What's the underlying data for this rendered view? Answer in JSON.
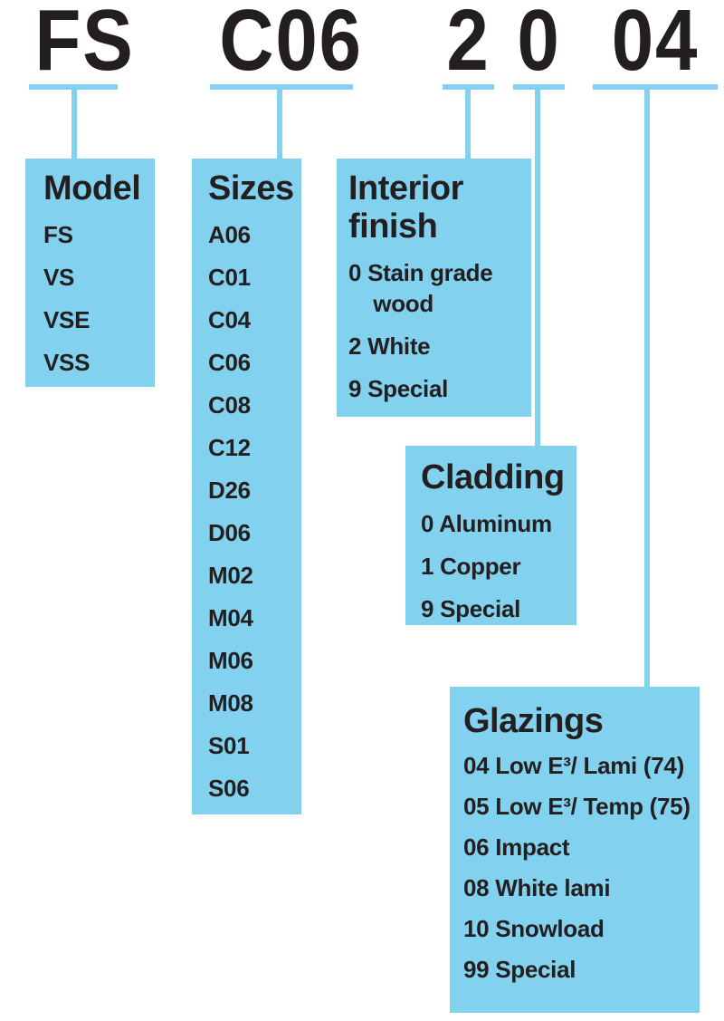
{
  "product_code": {
    "segments": [
      {
        "text": "FS",
        "meaning": "model"
      },
      {
        "text": "C06",
        "meaning": "sizes"
      },
      {
        "text": "2",
        "meaning": "interior finish"
      },
      {
        "text": "0",
        "meaning": "cladding"
      },
      {
        "text": "04",
        "meaning": "glazings"
      }
    ]
  },
  "boxes": {
    "model": {
      "title": "Model",
      "items": [
        "FS",
        "VS",
        "VSE",
        "VSS"
      ]
    },
    "sizes": {
      "title": "Sizes",
      "items": [
        "A06",
        "C01",
        "C04",
        "C06",
        "C08",
        "C12",
        "D26",
        "D06",
        "M02",
        "M04",
        "M06",
        "M08",
        "S01",
        "S06"
      ]
    },
    "interior_finish": {
      "title": "Interior finish",
      "items": [
        "0 Stain grade wood",
        "2 White",
        "9 Special"
      ]
    },
    "cladding": {
      "title": "Cladding",
      "items": [
        "0 Aluminum",
        "1 Copper",
        "9 Special"
      ]
    },
    "glazings": {
      "title": "Glazings",
      "items": [
        "04 Low E³/ Lami (74)",
        "05 Low E³/ Temp (75)",
        "06 Impact",
        "08 White lami",
        "10 Snowload",
        "99 Special"
      ]
    }
  },
  "colors": {
    "box_blue": "#82d2ef",
    "text_dark": "#231f20",
    "background": "#ffffff"
  }
}
